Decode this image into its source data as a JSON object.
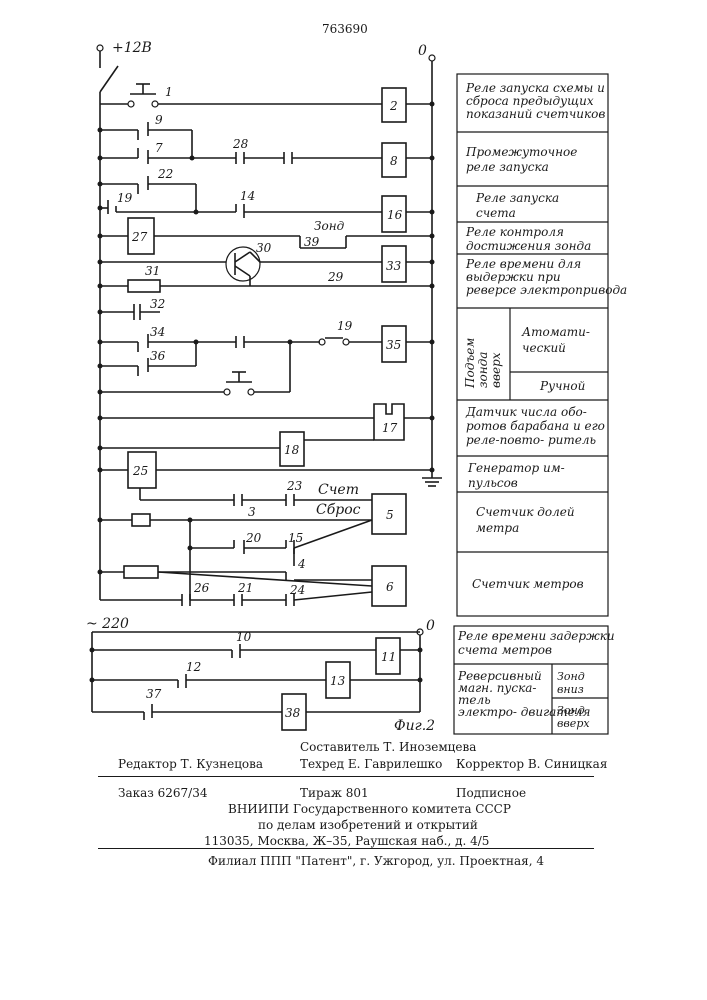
{
  "page_number": "763690",
  "supply": {
    "dc_plus": "+12В",
    "dc_zero": "0",
    "ac": "~ 220",
    "ac_zero": "0"
  },
  "labels": {
    "relays": [
      "1",
      "2",
      "9",
      "7",
      "28",
      "8",
      "22",
      "19",
      "14",
      "16",
      "27",
      "39",
      "30",
      "33",
      "31",
      "29",
      "32",
      "34",
      "19",
      "35",
      "36",
      "17",
      "18",
      "25",
      "23",
      "5",
      "3",
      "20",
      "15",
      "4",
      "6",
      "26",
      "21",
      "24",
      "10",
      "11",
      "12",
      "13",
      "37",
      "38"
    ],
    "signals": {
      "zond": "Зонд",
      "schet": "Счет",
      "sbros": "Сброс"
    },
    "figure": "Фиг.2"
  },
  "legend_dc": {
    "start_reset": "Реле запуска схемы и сброса предыдущих показаний счетчиков",
    "intermediate": "Промежуточное реле запуска",
    "count_start": "Реле запуска счета",
    "probe_control": "Реле контроля достижения зонда",
    "reverse_timer": "Реле времени для выдержки при реверсе электропривода",
    "lift_group": "Подъем зонда вверх",
    "automatic": "Атомати- ческий",
    "manual": "Ручной",
    "drum_sensor": "Датчик числа обо- ротов барабана и его реле-повто- ритель",
    "pulse_gen": "Генератор им- пульсов",
    "fraction_counter": "Счетчик долей метра",
    "meter_counter": "Счетчик метров"
  },
  "legend_ac": {
    "count_timer": "Реле времени задержки счета метров",
    "reversing_starter": "Реверсивный магн. пуска- тель электро- двигателя",
    "probe_down": "Зонд вниз",
    "probe_up": "Зонд вверх"
  },
  "footer": {
    "editor": "Редактор Т. Кузнецова",
    "compiler": "Составитель Т. Иноземцева",
    "techred": "Техред  Е. Гаврилешко",
    "corrector": "Корректор  В. Синицкая",
    "order": "Заказ 6267/34",
    "print_run": "Тираж 801",
    "subscription": "Подписное",
    "org1": "ВНИИПИ Государственного комитета СССР",
    "org2": "по делам изобретений и открытий",
    "address": "113035, Москва, Ж–35, Раушская наб., д. 4/5",
    "branch": "Филиал ППП \"Патент\", г. Ужгород, ул. Проектная, 4"
  }
}
